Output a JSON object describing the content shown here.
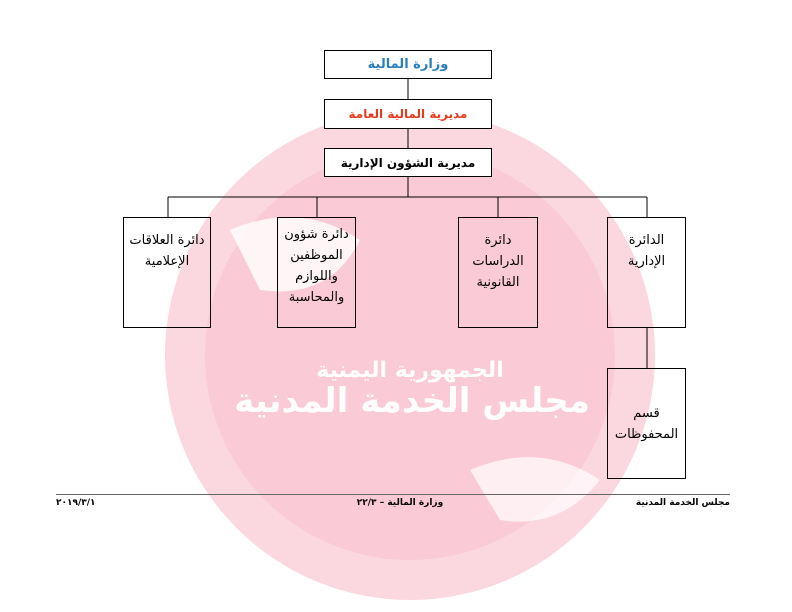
{
  "watermark": {
    "line1": "الجمهورية اليمنية",
    "line2": "مجلس الخدمة المدنية",
    "color": "#f7b9c8"
  },
  "chart": {
    "top_box": {
      "label": "وزارة المالية",
      "color": "#2a7fb8"
    },
    "second_box": {
      "label": "مديرية المالية العامة",
      "color": "#e83a1e"
    },
    "third_box": {
      "label": "مديرية الشؤون الإدارية"
    },
    "departments": [
      {
        "lines": [
          "الدائرة",
          "الإدارية"
        ]
      },
      {
        "lines": [
          "دائرة",
          "الدراسات",
          "القانونية"
        ]
      },
      {
        "lines": [
          "دائرة شؤون",
          "الموظفين",
          "واللوازم",
          "والمحاسبة"
        ]
      },
      {
        "lines": [
          "دائرة العلاقات",
          "الإعلامية"
        ]
      }
    ],
    "section": {
      "lines": [
        "قسم",
        "المحفوظات"
      ]
    }
  },
  "footer": {
    "right": "مجلس الخدمة المدنية",
    "center": "وزارة المالية – ٢٢/٣",
    "left": "٢٠١٩/٣/١"
  }
}
